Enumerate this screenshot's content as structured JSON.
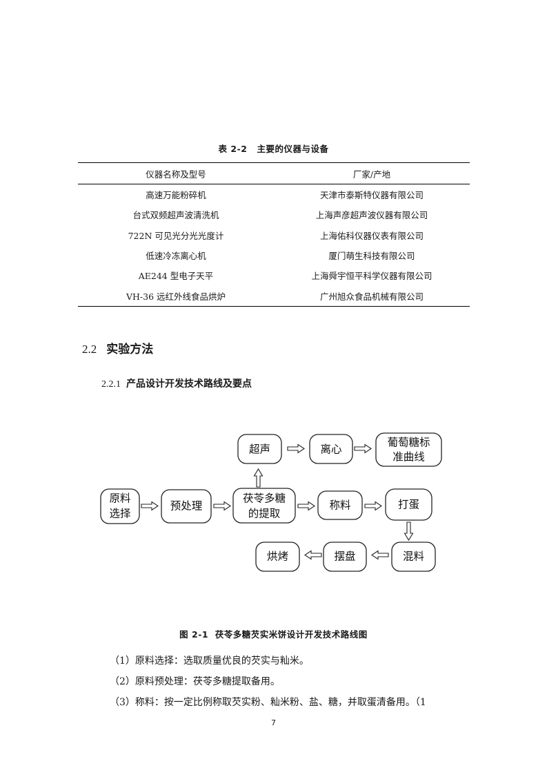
{
  "table": {
    "caption_num": "表 2-2",
    "caption_text": "主要的仪器与设备",
    "headers": [
      "仪器名称及型号",
      "厂家/产地"
    ],
    "rows": [
      [
        "高速万能粉碎机",
        "天津市泰斯特仪器有限公司"
      ],
      [
        "台式双频超声波清洗机",
        "上海声彦超声波仪器有限公司"
      ],
      [
        "722N 可见光分光光度计",
        "上海佑科仪器仪表有限公司"
      ],
      [
        "低速冷冻离心机",
        "厦门萌生科技有限公司"
      ],
      [
        "AE244 型电子天平",
        "上海舜宇恒平科学仪器有限公司"
      ],
      [
        "VH-36 远红外线食品烘炉",
        "广州旭众食品机械有限公司"
      ]
    ]
  },
  "section": {
    "num": "2.2",
    "title": "实验方法"
  },
  "subsection": {
    "num": "2.2.1",
    "title": "产品设计开发技术路线及要点"
  },
  "flowchart": {
    "nodes": {
      "raw_select": [
        "原料",
        "选择"
      ],
      "pretreat": [
        "预处理"
      ],
      "extract": [
        "茯苓多糖",
        "的提取"
      ],
      "weigh": [
        "称料"
      ],
      "beat_egg": [
        "打蛋"
      ],
      "ultrasonic": [
        "超声"
      ],
      "centrifuge": [
        "离心"
      ],
      "glucose_curve": [
        "葡萄糖标",
        "准曲线"
      ],
      "mix": [
        "混料"
      ],
      "tray": [
        "摆盘"
      ],
      "bake": [
        "烘烤"
      ]
    }
  },
  "figure": {
    "caption": "图 2-1  茯苓多糖芡实米饼设计开发技术路线图"
  },
  "paragraphs": [
    "（1）原料选择：选取质量优良的芡实与籼米。",
    "（2）原料预处理：茯苓多糖提取备用。",
    "（3）称料：按一定比例称取芡实粉、籼米粉、盐、糖，并取蛋清备用。（1"
  ],
  "page_number": "7"
}
